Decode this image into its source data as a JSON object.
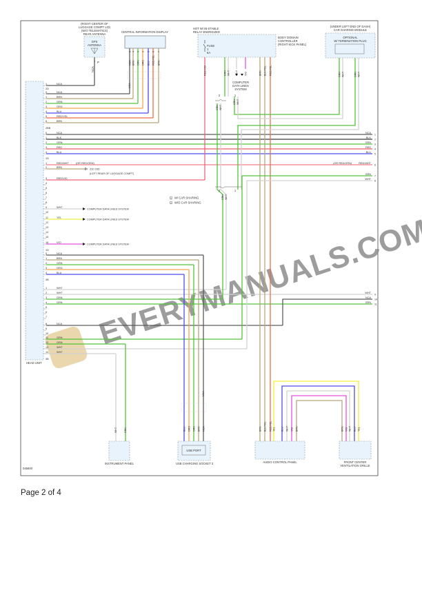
{
  "diagram_id": "045800",
  "footer": {
    "page": "Page 2 of 4"
  },
  "watermark": "EVERYMANUALS.COM",
  "colors": {
    "NCA": "#5a5a5a",
    "BRN": "#b8a47a",
    "GRN": "#55c23c",
    "ORG": "#f3a54c",
    "BLU": "#4b4bee",
    "RED/YEL": "#f06a45",
    "RED": "#f05a6a",
    "RED/WHT": "#f27c88",
    "WHT": "#d2d2d2",
    "YEL": "#f2ef3a",
    "VIO": "#e255dd",
    "BLK": "#3a3a3a",
    "RED/VIO": "#f0607c",
    "BLK/YEL": "#b8a47a"
  },
  "components": {
    "rear_antenna": {
      "location": "(RIGHT CENTER OF",
      "location2": "LUGGAGE COMPT LID)",
      "condition": "(W/O TELEMATICS)",
      "name": "REAR ANTENNA",
      "inner1": "GPS",
      "inner2": "ANTENNA",
      "wire": "NCA",
      "pin": "1",
      "conn": "P"
    },
    "cid": {
      "name": "CENTRAL INFORMATION DISPLAY",
      "wires": [
        "NCA",
        "BRN",
        "GRN",
        "ORG",
        "BLU",
        "RED/YEL",
        "BRN"
      ],
      "pins": [
        "1",
        "4",
        "3",
        "2",
        "5",
        "6",
        "7"
      ],
      "splice_wire": "NCA"
    },
    "bdc": {
      "hot1": "HOT W/ IB-STABLE",
      "hot2": "RELAY ENERGIZED",
      "name1": "BODY DOMAIN",
      "name2": "CONTROLLER",
      "name3": "(RIGHT KICK PANEL)",
      "fuse": "FUSE",
      "fuse_no": "1",
      "fuse_amp": "5A",
      "wires": [
        "RED/VIO",
        "GRN",
        "WHT",
        "WHT",
        "VIO",
        "BRN",
        "BLK/YEL",
        "RED/YEL"
      ],
      "data_lines1": "COMPUTER",
      "data_lines2": "DATA LINES",
      "data_lines3": "SYSTEM"
    },
    "car_sharing": {
      "location": "(UNDER LEFT END OF DASH)",
      "name": "CAR SHARING MODULE",
      "inner1": "OPTIONAL",
      "inner2": "W/ TERMINATION PLUG",
      "wires": [
        "GRN",
        "WHT",
        "GRN",
        "WHT"
      ]
    },
    "splice": {
      "wires_left": [
        "GRN",
        "WHT"
      ],
      "wires_right": [
        "GRN",
        "WHT"
      ],
      "merged": [
        "GRN",
        "WHT"
      ],
      "mark1": "1",
      "mark2": "2"
    },
    "legend": {
      "item1": "W/ CAR SHARING",
      "item2": "W/O CAR SHARING"
    },
    "ground": {
      "id": "Z10 29D",
      "location": "(LEFT REAR OF LUGGAGE COMPT)"
    },
    "instrument_panel": {
      "name": "INSTRUMENT PANEL",
      "wires": [
        "WHT",
        "GRN"
      ]
    },
    "usb_socket": {
      "name": "USB CHARGING SOCKET 3",
      "inner": "USB PORT",
      "wires": [
        "BLU",
        "ORG",
        "GRN",
        "BRN",
        "NCA"
      ],
      "splice_wire": "NCA"
    },
    "audio_panel": {
      "name": "AUDIO CONTROL PANEL",
      "wires": [
        "BRN",
        "BLK/YEL",
        "RED/YEL",
        "YEL",
        "BLU",
        "WHT",
        "VIO",
        "BRN"
      ]
    },
    "vent_grille": {
      "name1": "FRONT CENTER",
      "name2": "VENTILATION GRILLE",
      "wires": [
        "BRN",
        "VIO",
        "WHT",
        "BLU",
        "YEL"
      ]
    },
    "head_unit": {
      "name": "HEAD UNIT",
      "connectors": [
        "2D",
        "2BB",
        "1D",
        "1D",
        "3B",
        "3B"
      ]
    }
  },
  "head_unit_rows": [
    {
      "pin": "1",
      "wire": "NCA"
    },
    {
      "pin": "0",
      "wire": "NCA"
    },
    {
      "pin": "1",
      "wire": "BRN"
    },
    {
      "pin": "2",
      "wire": "GRN"
    },
    {
      "pin": "3",
      "wire": "ORG"
    },
    {
      "pin": "4",
      "wire": "BLU"
    },
    {
      "pin": "5",
      "wire": "RED/YEL"
    },
    {
      "pin": "6",
      "wire": "BRN"
    },
    {
      "pin": "0",
      "wire": "NCA"
    },
    {
      "pin": "1",
      "wire": "BLK"
    },
    {
      "pin": "2",
      "wire": "GRN"
    },
    {
      "pin": "3",
      "wire": "RED"
    },
    {
      "pin": "4",
      "wire": "BLU"
    },
    {
      "pin": "1",
      "wire": "RED/WHT",
      "alt": "(OR RED/GRN)"
    },
    {
      "pin": "2",
      "wire": "BRN"
    },
    {
      "pin": "3",
      "wire": "RED/VIO"
    },
    {
      "pin": "4",
      "wire": ""
    },
    {
      "pin": "5",
      "wire": ""
    },
    {
      "pin": "6",
      "wire": ""
    },
    {
      "pin": "7",
      "wire": ""
    },
    {
      "pin": "8",
      "wire": ""
    },
    {
      "pin": "9",
      "wire": "WHT",
      "dest": "COMPUTER DATA LINES SYSTEM"
    },
    {
      "pin": "10",
      "wire": ""
    },
    {
      "pin": "11",
      "wire": "YEL",
      "dest": "COMPUTER DATA LINES SYSTEM"
    },
    {
      "pin": "12",
      "wire": ""
    },
    {
      "pin": "13",
      "wire": ""
    },
    {
      "pin": "14",
      "wire": ""
    },
    {
      "pin": "15",
      "wire": ""
    },
    {
      "pin": "16",
      "wire": "VIO",
      "dest": "COMPUTER DATA LINES SYSTEM"
    },
    {
      "pin": "0",
      "wire": "NCA"
    },
    {
      "pin": "1",
      "wire": "BRN"
    },
    {
      "pin": "2",
      "wire": "GRN"
    },
    {
      "pin": "3",
      "wire": "ORG"
    },
    {
      "pin": "4",
      "wire": "BLU"
    },
    {
      "pin": "1",
      "wire": "WHT"
    },
    {
      "pin": "2",
      "wire": "WHT"
    },
    {
      "pin": "3",
      "wire": "GRN"
    },
    {
      "pin": "4",
      "wire": "GRN"
    },
    {
      "pin": "5",
      "wire": ""
    },
    {
      "pin": "6",
      "wire": ""
    },
    {
      "pin": "7",
      "wire": ""
    },
    {
      "pin": "8",
      "wire": "NCA"
    },
    {
      "pin": "9",
      "wire": ""
    },
    {
      "pin": "10",
      "wire": ""
    },
    {
      "pin": "11",
      "wire": "GRN"
    },
    {
      "pin": "12",
      "wire": "GRN"
    },
    {
      "pin": "13",
      "wire": "WHT"
    },
    {
      "pin": "14",
      "wire": "WHT"
    }
  ],
  "right_terminals": [
    {
      "num": "1",
      "wire": "NCA"
    },
    {
      "num": "2",
      "wire": "BLK"
    },
    {
      "num": "3",
      "wire": "GRN"
    },
    {
      "num": "4",
      "wire": "RED"
    },
    {
      "num": "5",
      "wire": "BLU"
    },
    {
      "num": "6",
      "wire": "RED/WHT",
      "alt": "(OR RED/GRN)"
    },
    {
      "num": "7",
      "wire": "GRN"
    },
    {
      "num": "8",
      "wire": "WHT"
    },
    {
      "num": "9",
      "wire": "WHT"
    },
    {
      "num": "10",
      "wire": "NCA"
    },
    {
      "num": "11",
      "wire": "GRN"
    }
  ]
}
